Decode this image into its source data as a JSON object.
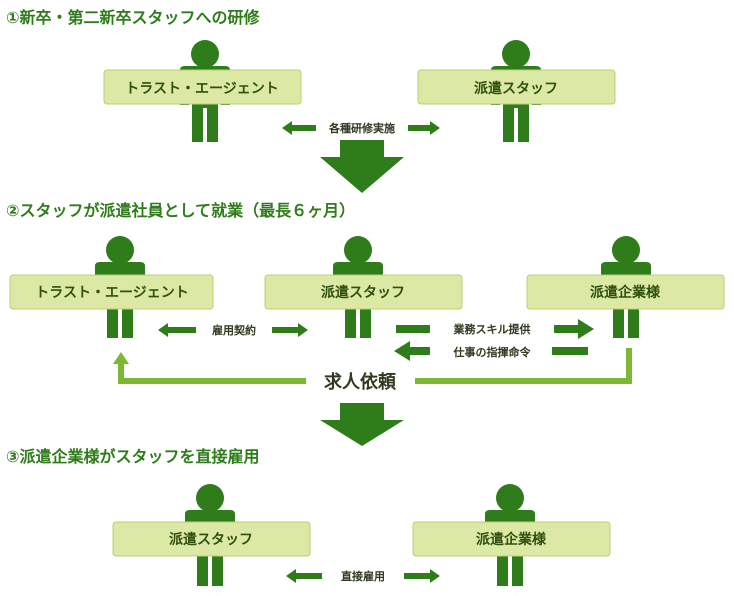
{
  "colors": {
    "green": "#2e7d1a",
    "box": "#dbe9a4",
    "box_border": "#b9cf78",
    "text": "#2f3a20"
  },
  "section1": {
    "title": "①新卒・第二新卒スタッフへの研修",
    "left_box": "トラスト・エージェント",
    "right_box": "派遣スタッフ",
    "arrow_label": "各種研修実施"
  },
  "section2": {
    "title": "②スタッフが派遣社員として就業（最長６ヶ月）",
    "left_box": "トラスト・エージェント",
    "center_box": "派遣スタッフ",
    "right_box": "派遣企業様",
    "contract_label": "雇用契約",
    "service_label": "業務スキル提供",
    "command_label": "仕事の指揮命令",
    "request_label": "求人依頼"
  },
  "section3": {
    "title": "③派遣企業様がスタッフを直接雇用",
    "left_box": "派遣スタッフ",
    "right_box": "派遣企業様",
    "arrow_label": "直接雇用"
  }
}
